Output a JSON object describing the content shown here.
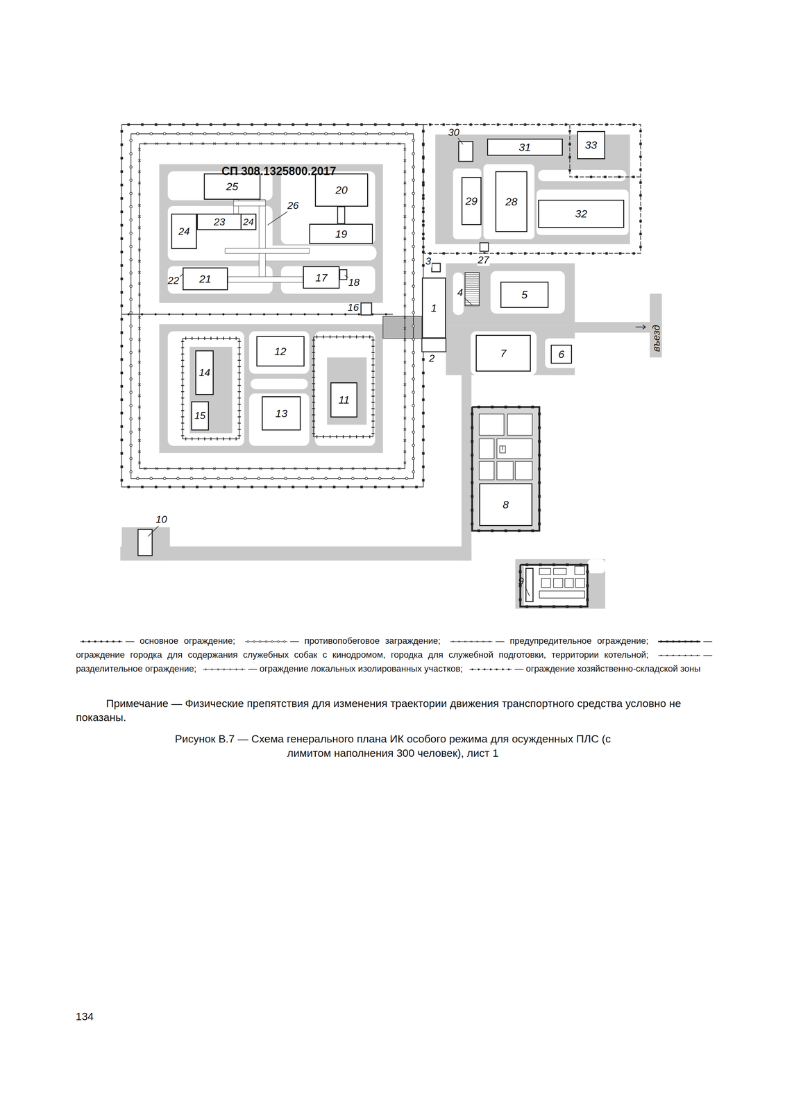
{
  "diagram": {
    "caption": "Рисунок В.7 — Схема генерального плана ИК особого режима для осужденных ПЛС (с лимитом наполнения 300 человек), лист 1",
    "nodes": [
      {
        "text": [
          "31"
        ]
      },
      {
        "text": [
          "33"
        ]
      },
      {
        "text": [
          "25"
        ]
      },
      {
        "text": [
          "20"
        ]
      },
      {
        "text": [
          "29"
        ]
      },
      {
        "text": [
          "28"
        ]
      },
      {
        "text": [
          "32"
        ]
      },
      {
        "text": [
          "24"
        ]
      },
      {
        "text": [
          "23"
        ]
      },
      {
        "text": [
          "24"
        ]
      },
      {
        "text": [
          "19"
        ]
      },
      {
        "text": [
          "21"
        ]
      },
      {
        "text": [
          "17"
        ]
      },
      {
        "text": [
          "5"
        ]
      },
      {
        "text": [
          "1"
        ]
      },
      {
        "text": [
          "12"
        ]
      },
      {
        "text": [
          "7"
        ]
      },
      {
        "text": [
          "6"
        ]
      },
      {
        "text": [
          "14"
        ]
      },
      {
        "text": [
          "11"
        ]
      },
      {
        "text": [
          "15"
        ]
      },
      {
        "text": [
          "13"
        ]
      },
      {
        "text": [
          "8"
        ]
      }
    ],
    "labels": [
      "СП 308.1325800.2017",
      "2",
      "3",
      "4",
      "9",
      "10",
      "16",
      "18",
      "22",
      "26",
      "27",
      "30",
      "въезд",
      "Примечание — Физические препятствия для изменения траектории движения транспортного средства условно не показаны.",
      "134"
    ],
    "legend": [
      {
        "text": "— основное ограждение;"
      },
      {
        "text": "— противопобеговое заграждение;"
      },
      {
        "text": "— предупредительное ограждение;"
      },
      {
        "text": "— ограждение городка для содержания служебных собак с кинодромом, городка для служебной подготовки, территории котельной;"
      },
      {
        "text": "— разделительное ограждение;"
      },
      {
        "text": "— ограждение локальных изолированных участков;"
      },
      {
        "text": "— ограждение хозяйственно-складской зоны"
      }
    ]
  }
}
